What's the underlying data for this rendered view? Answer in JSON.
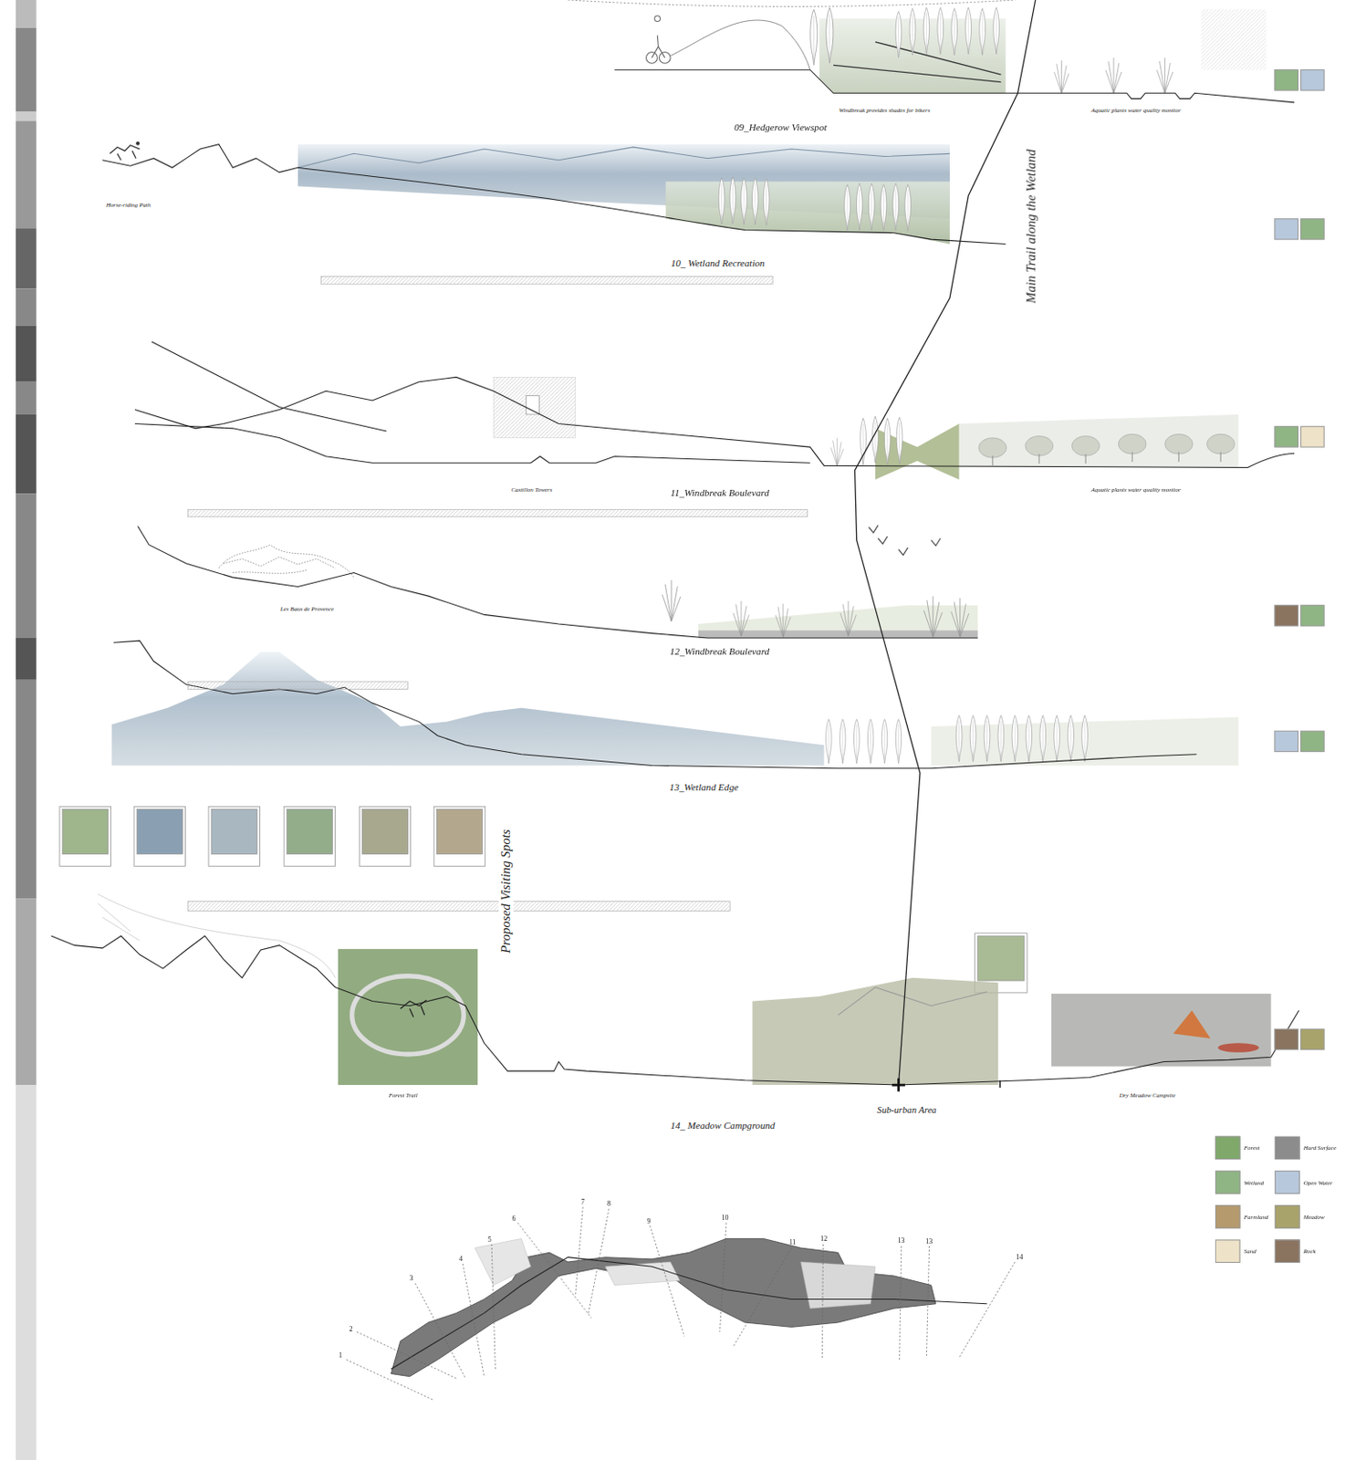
{
  "diagram": {
    "labels": [
      "Windbreak provides shades for bikers",
      "Aquatic plants water quality monitor",
      "09_Hedgerow Viewspot",
      "Horse-riding Path",
      "Main Trail along the Wetland",
      "10_ Wetland Recreation",
      "Castillon Towers",
      "11_Windbreak Boulevard",
      "Aquatic plants water quality monitor",
      "Les Baux de Provence",
      "12_Windbreak Boulevard",
      "13_Wetland Edge",
      "Proposed Visiting Spots",
      "Forest Trail",
      "Sub-urban Area",
      "Dry Meadow Campsite",
      "14_ Meadow Campground",
      "1",
      "2",
      "3",
      "4",
      "5",
      "6",
      "7",
      "8",
      "9",
      "10",
      "11",
      "12",
      "13",
      "13",
      "14"
    ],
    "legend": [
      {
        "text": "Forest",
        "color": "#7fa86a"
      },
      {
        "text": "Hard Surface",
        "color": "#8c8c8c"
      },
      {
        "text": "Wetland",
        "color": "#8fb584"
      },
      {
        "text": "Open Water",
        "color": "#b8c8dc"
      },
      {
        "text": "Farmland",
        "color": "#b59a6e"
      },
      {
        "text": "Meadow",
        "color": "#a8a36a"
      },
      {
        "text": "Sand",
        "color": "#eee3c8"
      },
      {
        "text": "Rock",
        "color": "#8a7460"
      }
    ]
  }
}
